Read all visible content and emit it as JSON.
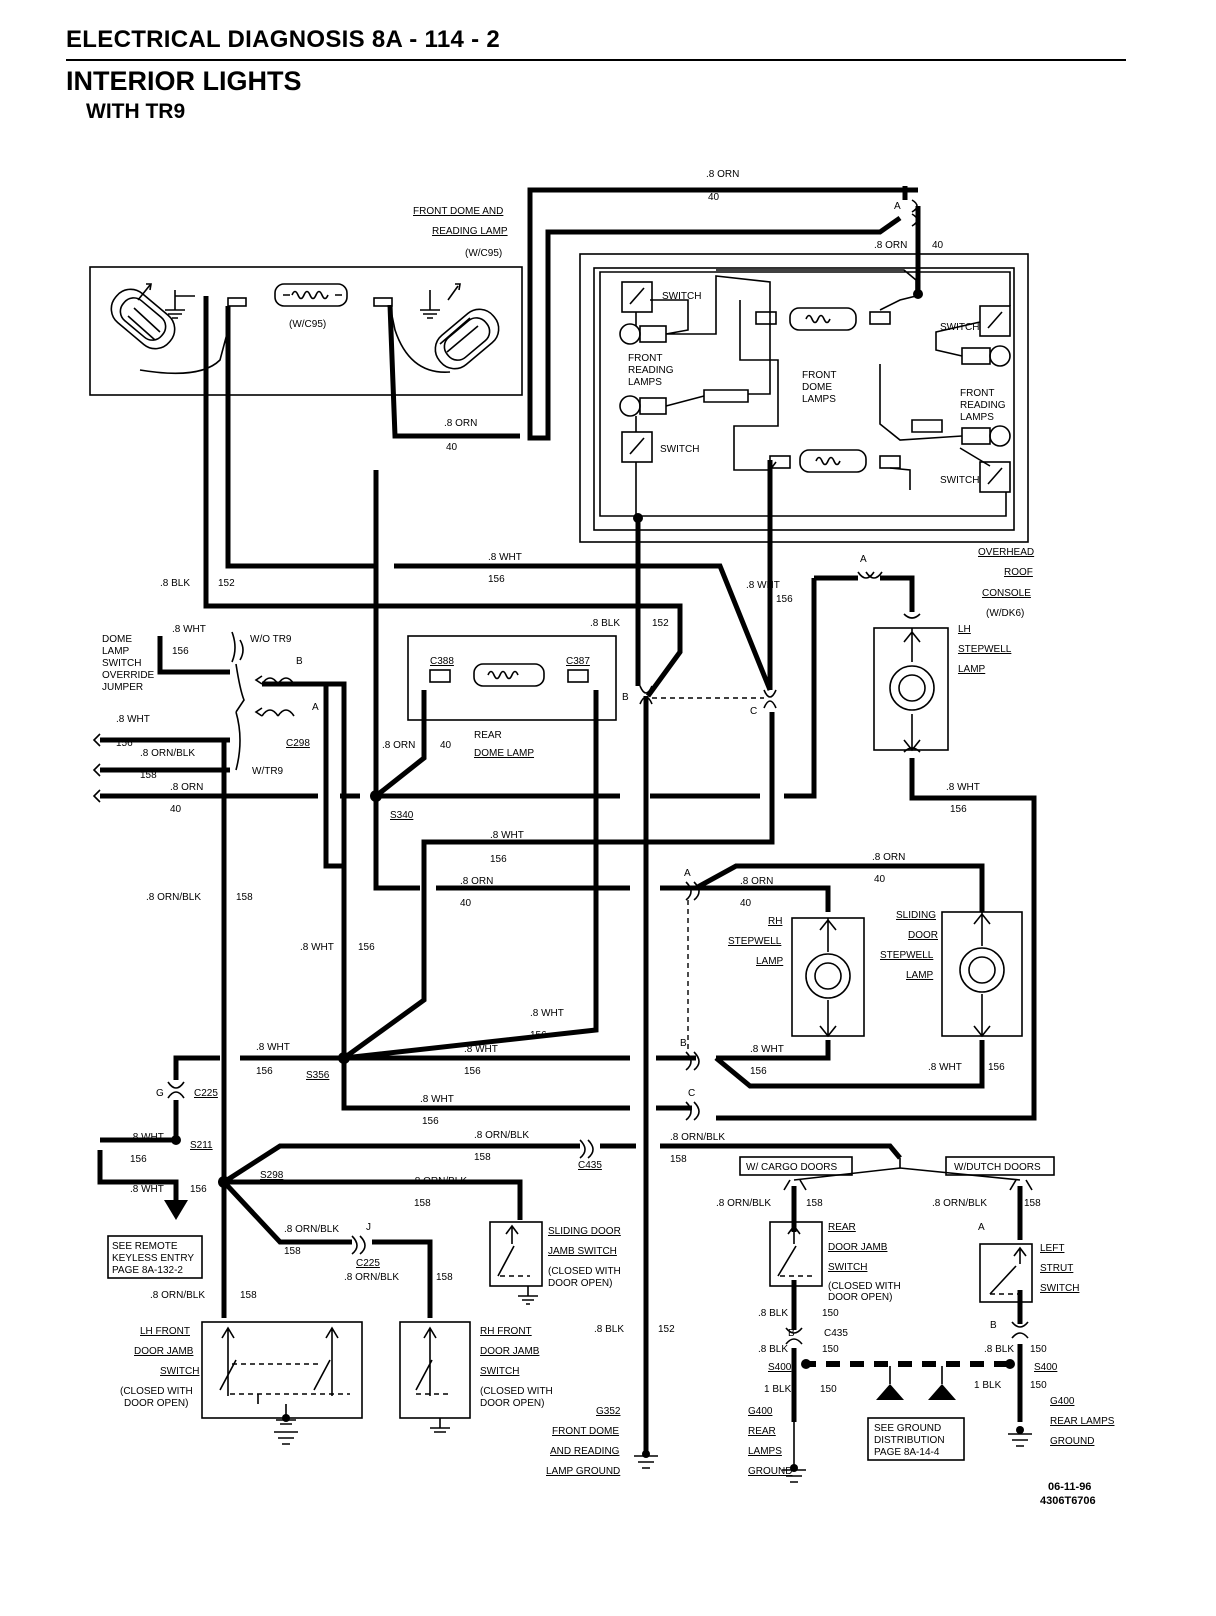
{
  "header": {
    "section": "ELECTRICAL DIAGNOSIS 8A - 114 - 2",
    "title": "INTERIOR LIGHTS",
    "subtitle": "WITH TR9"
  },
  "components": {
    "front_dome_reading_lamp": [
      "FRONT DOME AND",
      "READING LAMP",
      "(W/C95)"
    ],
    "wc95_bulb": "(W/C95)",
    "overhead_roof_console": [
      "OVERHEAD",
      "ROOF",
      "CONSOLE",
      "(W/DK6)"
    ],
    "console_switch": "SWITCH",
    "front_reading_lamps": [
      "FRONT",
      "READING",
      "LAMPS"
    ],
    "front_dome_lamps": [
      "FRONT",
      "DOME",
      "LAMPS"
    ],
    "dome_lamp_switch_jumper": [
      "DOME",
      "LAMP",
      "SWITCH",
      "OVERRIDE",
      "JUMPER"
    ],
    "wo_tr9": "W/O TR9",
    "w_tr9": "W/TR9",
    "rear_dome_lamp": [
      "REAR",
      "DOME LAMP"
    ],
    "lh_stepwell_lamp": [
      "LH",
      "STEPWELL",
      "LAMP"
    ],
    "rh_stepwell_lamp": [
      "RH",
      "STEPWELL",
      "LAMP"
    ],
    "sliding_door_stepwell_lamp": [
      "SLIDING",
      "DOOR",
      "STEPWELL",
      "LAMP"
    ],
    "see_remote_keyless": [
      "SEE REMOTE",
      "KEYLESS ENTRY",
      "PAGE 8A-132-2"
    ],
    "sliding_door_jamb_switch": [
      "SLIDING DOOR",
      "JAMB SWITCH",
      "(CLOSED WITH",
      "DOOR OPEN)"
    ],
    "lh_front_door_jamb_switch": [
      "LH FRONT",
      "DOOR JAMB",
      "SWITCH",
      "(CLOSED WITH",
      "DOOR OPEN)"
    ],
    "rh_front_door_jamb_switch": [
      "RH FRONT",
      "DOOR JAMB",
      "SWITCH",
      "(CLOSED WITH",
      "DOOR OPEN)"
    ],
    "rear_door_jamb_switch": [
      "REAR",
      "DOOR JAMB",
      "SWITCH",
      "(CLOSED WITH",
      "DOOR OPEN)"
    ],
    "left_strut_switch": [
      "LEFT",
      "STRUT",
      "SWITCH"
    ],
    "w_cargo_doors": "W/ CARGO DOORS",
    "w_dutch_doors": "W/DUTCH DOORS",
    "see_ground_distribution": [
      "SEE GROUND",
      "DISTRIBUTION",
      "PAGE 8A-14-4"
    ],
    "g352": [
      "G352",
      "FRONT DOME",
      "AND READING",
      "LAMP GROUND"
    ],
    "g400_left": [
      "G400",
      "REAR",
      "LAMPS",
      "GROUND"
    ],
    "g400_right": [
      "G400",
      "REAR LAMPS",
      "GROUND"
    ]
  },
  "connectors": {
    "c388": "C388",
    "c387": "C387",
    "c298": "C298",
    "c225": "C225",
    "c435": "C435",
    "s340": "S340",
    "s356": "S356",
    "s211": "S211",
    "s298": "S298",
    "s400": "S400",
    "pin_a": "A",
    "pin_b": "B",
    "pin_c": "C",
    "pin_g": "G",
    "pin_j": "J"
  },
  "wires": {
    "orn": ".8 ORN",
    "wht": ".8 WHT",
    "blk": ".8 BLK",
    "orn_blk": ".8 ORN/BLK",
    "blk1": "1 BLK",
    "c40": "40",
    "c152": "152",
    "c156": "156",
    "c158": "158",
    "c150": "150"
  },
  "footer": {
    "date": "06-11-96",
    "code": "4306T6706"
  }
}
